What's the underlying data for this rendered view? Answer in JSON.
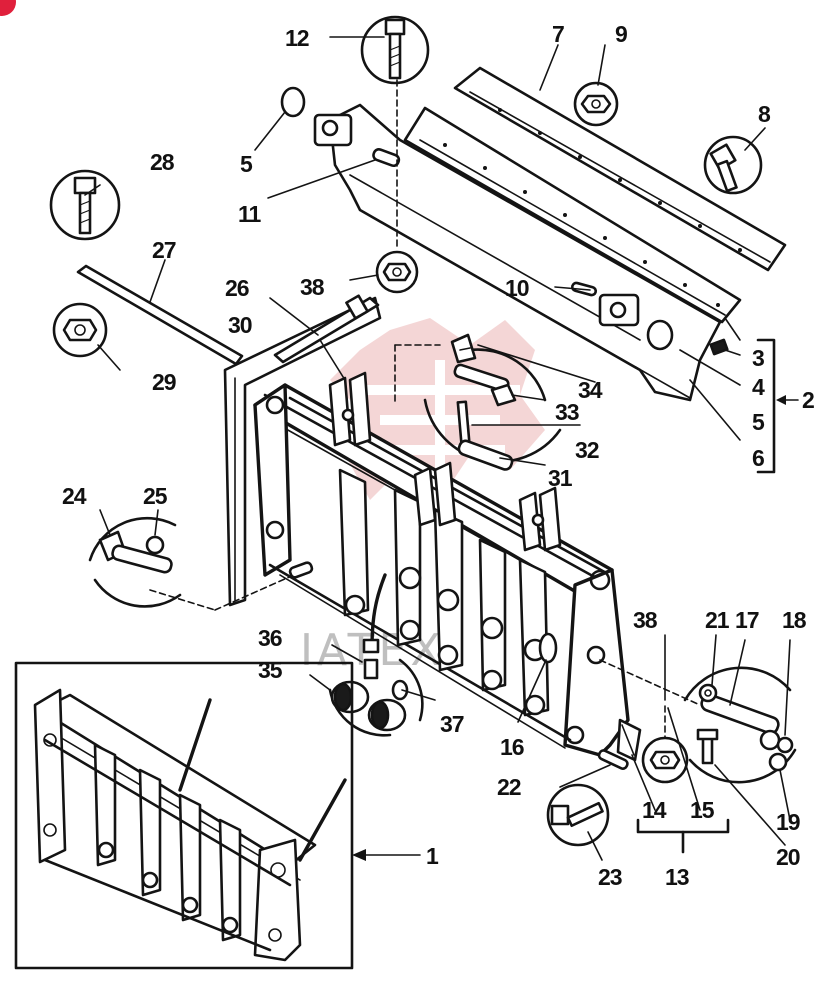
{
  "diagram": {
    "callouts": {
      "p1": "1",
      "p2": "2",
      "p3": "3",
      "p4": "4",
      "p5a": "5",
      "p5b": "5",
      "p6": "6",
      "p7": "7",
      "p8": "8",
      "p9": "9",
      "p10": "10",
      "p11": "11",
      "p12": "12",
      "p13": "13",
      "p14": "14",
      "p15": "15",
      "p16": "16",
      "p17": "17",
      "p18": "18",
      "p19": "19",
      "p20": "20",
      "p21": "21",
      "p22": "22",
      "p23": "23",
      "p24": "24",
      "p25": "25",
      "p26": "26",
      "p27": "27",
      "p28": "28",
      "p29": "29",
      "p30": "30",
      "p31": "31",
      "p32": "32",
      "p33": "33",
      "p34": "34",
      "p35": "35",
      "p36": "36",
      "p37": "37",
      "p38a": "38",
      "p38b": "38"
    },
    "watermark_text": "IATEX",
    "colors": {
      "ink": "#141414",
      "watermark": "#e8a5a5",
      "badge": "#e0203c"
    }
  }
}
